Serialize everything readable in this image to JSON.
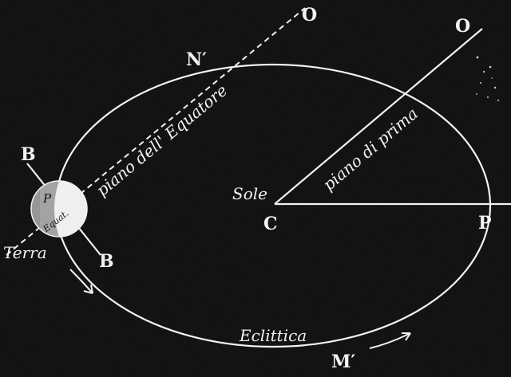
{
  "diagram": {
    "labels": {
      "O_left": "O",
      "O_right": "O",
      "N_prime": "N′",
      "M_prime": "M′",
      "B_top": "B",
      "B_bottom": "B",
      "C": "C",
      "P": "P",
      "sole": "Sole",
      "terra": "Terra",
      "eclittica": "Eclittica",
      "piano_equatore": "piano dell' Equatore",
      "piano_prima": "piano di prima",
      "earth_P": "P",
      "earth_equat": "Equat."
    },
    "colors": {
      "background": "#0d0d0d",
      "ink": "#f2f2f2",
      "earth_lit": "#efefef",
      "earth_shade": "#9a9a9a"
    }
  }
}
